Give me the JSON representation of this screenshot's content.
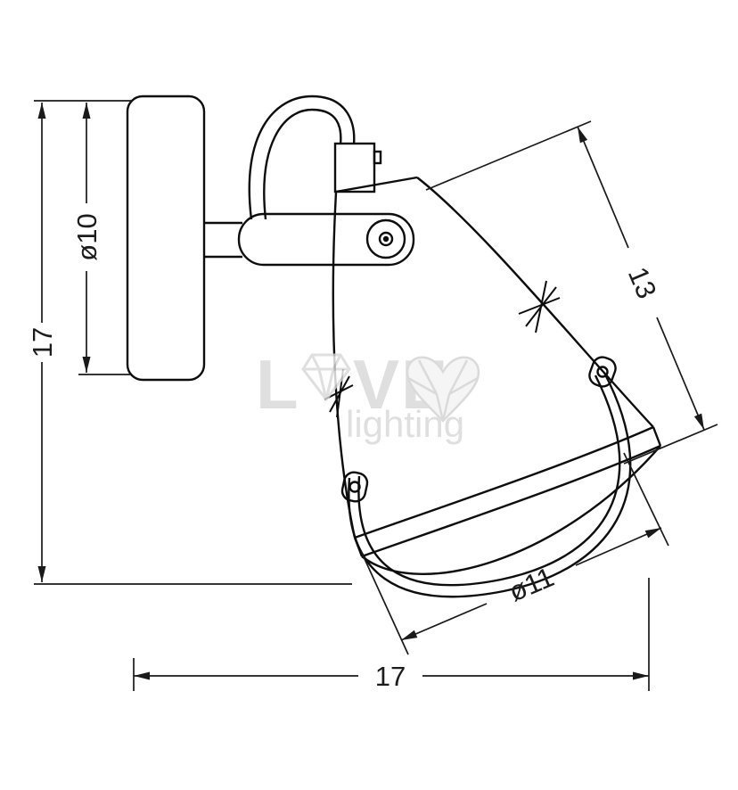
{
  "diagram": {
    "dimension_labels": {
      "overall_height": "17",
      "backplate_diameter": "ø10",
      "head_length": "13",
      "shade_diameter": "ø11",
      "overall_width": "17"
    }
  },
  "watermark": {
    "brand_prefix": "L",
    "brand_suffix": "VE",
    "tagline": "lighting"
  },
  "colors": {
    "line": "#0d0d0d",
    "dimension": "#1a1a1a",
    "watermark": "#d8d8d8"
  }
}
